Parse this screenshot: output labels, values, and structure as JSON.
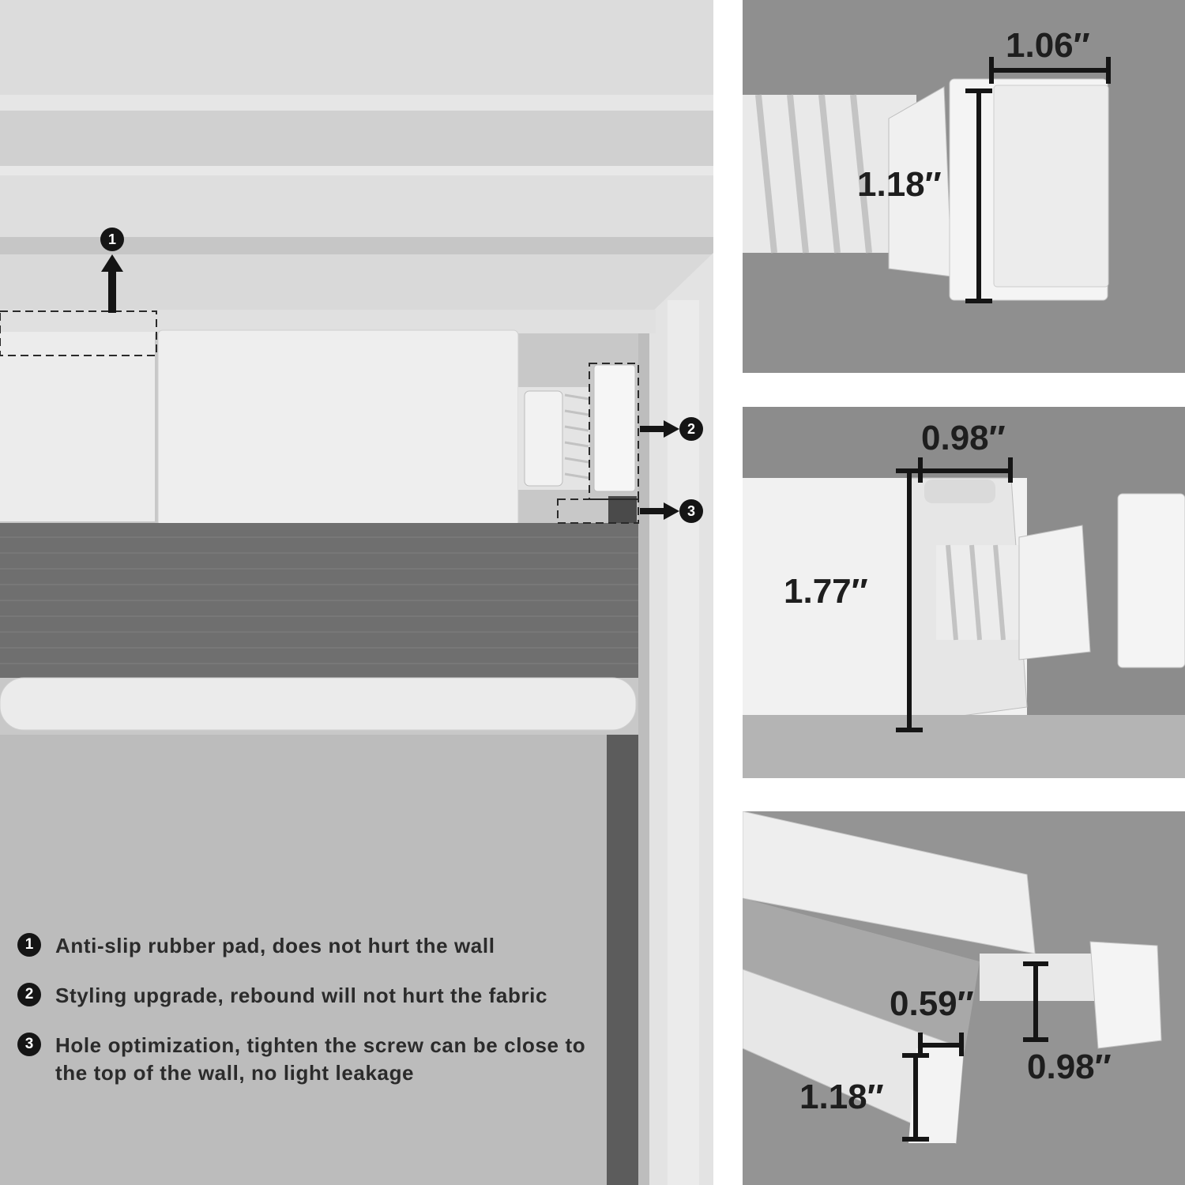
{
  "callouts": [
    "1",
    "2",
    "3"
  ],
  "notes": [
    {
      "num": "1",
      "text": "Anti-slip rubber pad, does not hurt the wall"
    },
    {
      "num": "2",
      "text": "Styling upgrade, rebound will not hurt the fabric"
    },
    {
      "num": "3",
      "text": "Hole optimization, tighten the screw can be close to the top of the wall, no light leakage"
    }
  ],
  "dimensions": {
    "top_width": "1.06″",
    "top_height": "1.18″",
    "mid_width": "0.98″",
    "mid_height": "1.77″",
    "bot_width": "0.59″",
    "bot_height": "1.18″",
    "bot_pad": "0.98″"
  }
}
